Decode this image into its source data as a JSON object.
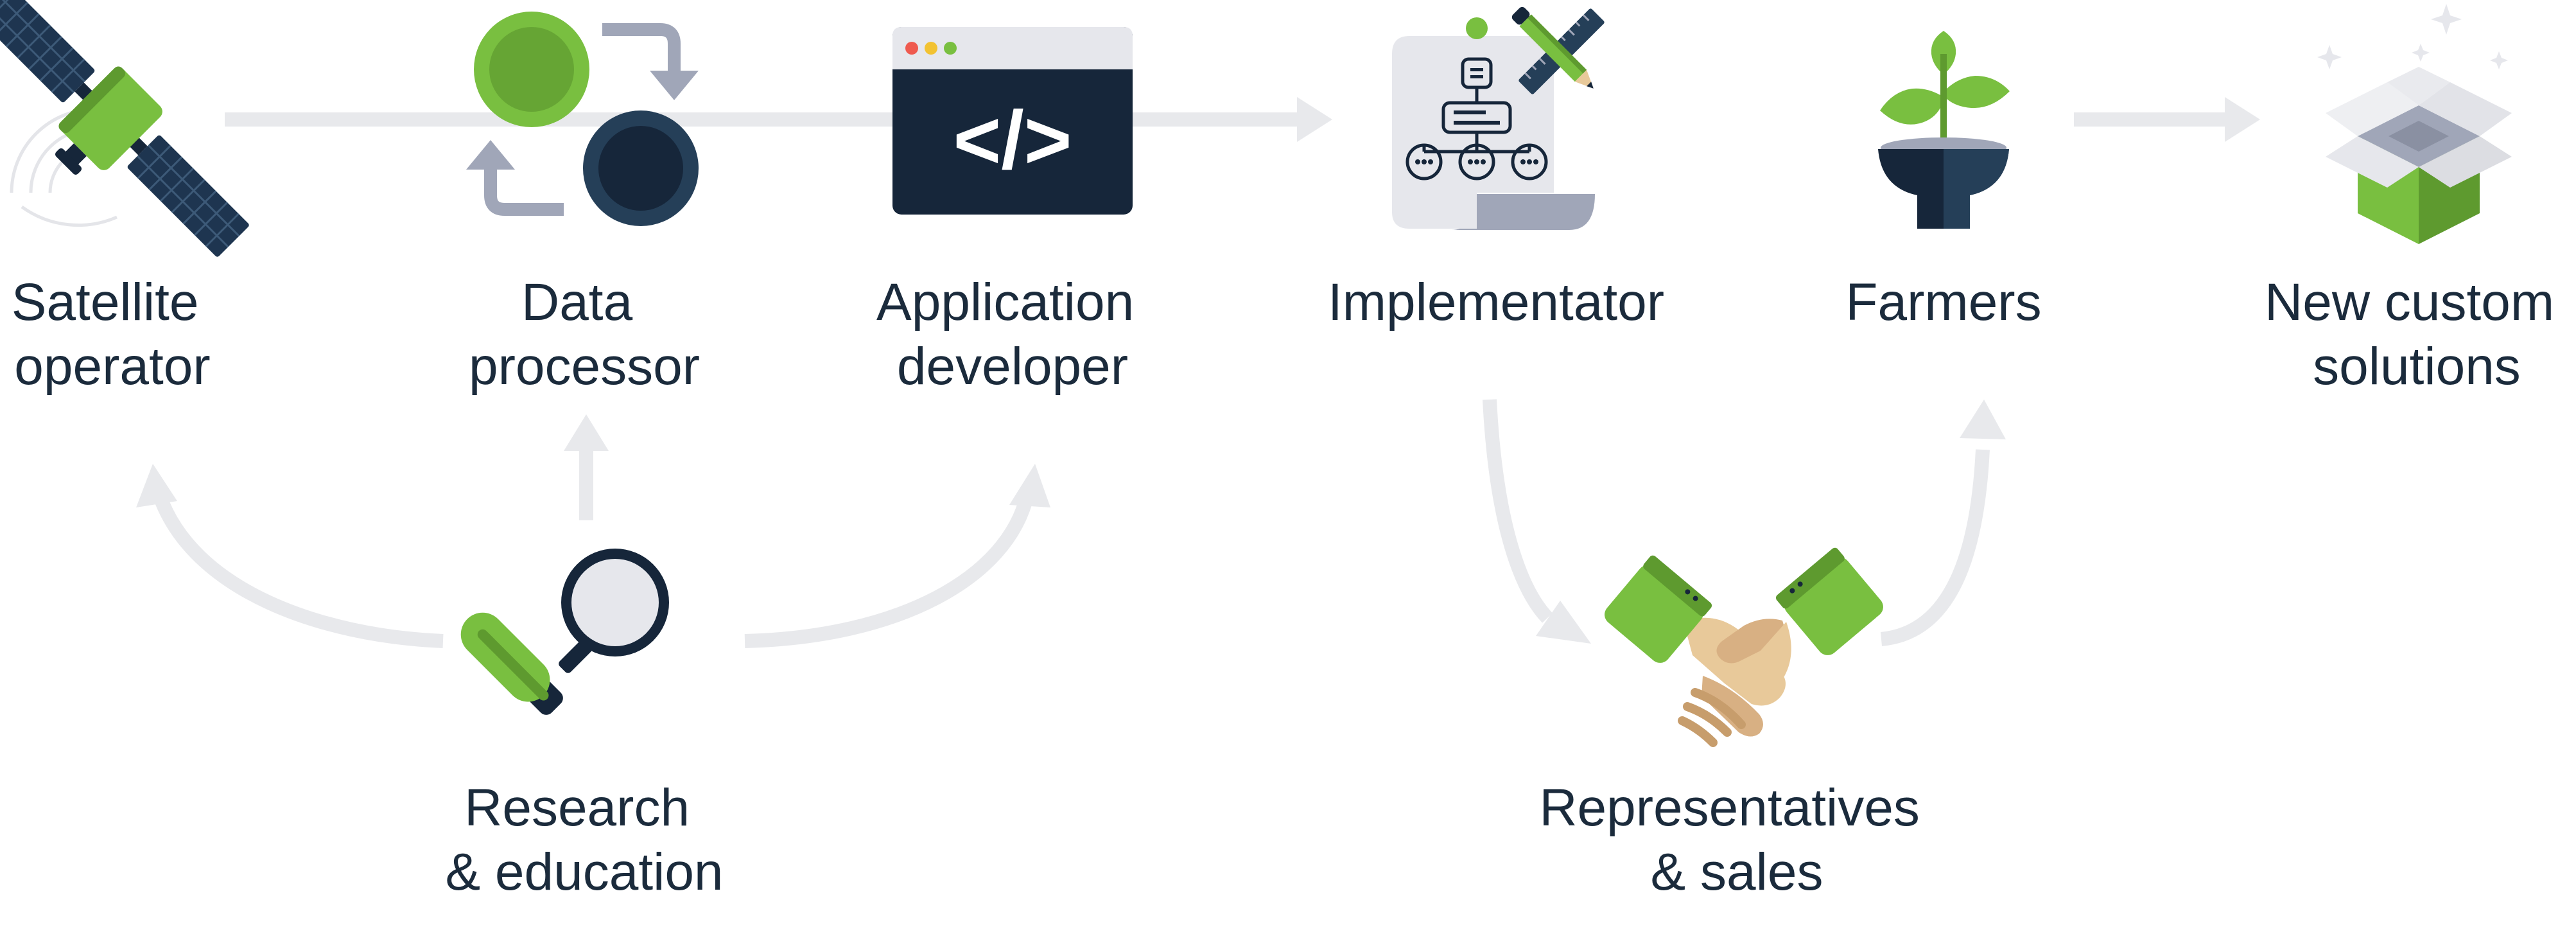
{
  "nodes": [
    {
      "id": "satellite-operator",
      "icon": "satellite-icon",
      "lines": [
        "Satellite",
        "operator"
      ]
    },
    {
      "id": "data-processor",
      "icon": "data-processing-icon",
      "lines": [
        "Data",
        "processor"
      ]
    },
    {
      "id": "application-developer",
      "icon": "code-window-icon",
      "lines": [
        "Application",
        "developer"
      ]
    },
    {
      "id": "implementator",
      "icon": "blueprint-icon",
      "lines": [
        "Implementator"
      ]
    },
    {
      "id": "farmers",
      "icon": "plant-icon",
      "lines": [
        "Farmers"
      ]
    },
    {
      "id": "new-custom-solutions",
      "icon": "open-box-icon",
      "lines": [
        "New custom",
        "solutions"
      ]
    },
    {
      "id": "research-education",
      "icon": "magnifier-icon",
      "lines": [
        "Research",
        "& education"
      ]
    },
    {
      "id": "representatives-sales",
      "icon": "handshake-icon",
      "lines": [
        "Representatives",
        "& sales"
      ]
    }
  ],
  "code_glyph": "</>",
  "colors": {
    "navy": "#16263a",
    "slate": "#253f58",
    "green": "#79bf40",
    "green_dark": "#5e9a2f",
    "gray_arrow": "#e8e9ec",
    "gray_icon": "#a0a6b8",
    "text": "#1b2b3c"
  }
}
